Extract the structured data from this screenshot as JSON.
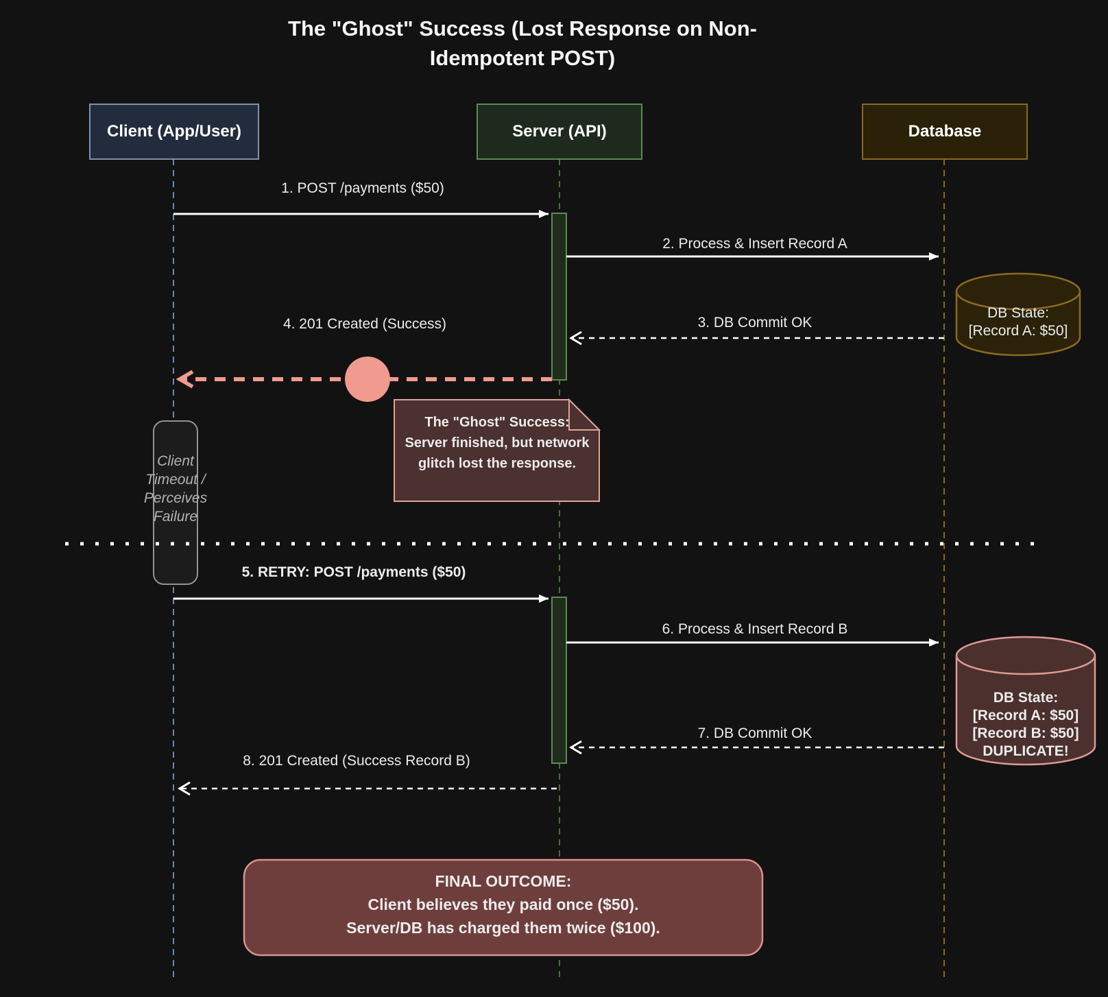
{
  "title": "The \"Ghost\" Success (Lost Response on Non-Idempotent POST)",
  "actors": {
    "client": "Client (App/User)",
    "server": "Server (API)",
    "database": "Database"
  },
  "messages": {
    "m1": "1. POST /payments ($50)",
    "m2": "2. Process & Insert Record A",
    "m3": "3. DB Commit OK",
    "m4": "4. 201 Created (Success)",
    "m5": "5. RETRY: POST /payments ($50)",
    "m6": "6. Process & Insert Record B",
    "m7": "7. DB Commit OK",
    "m8": "8. 201 Created (Success Record B)"
  },
  "note": {
    "line1": "The \"Ghost\" Success:",
    "line2": "Server finished, but network",
    "line3": "glitch lost the response."
  },
  "timeout": {
    "line1": "Client",
    "line2": "Timeout /",
    "line3": "Perceives",
    "line4": "Failure"
  },
  "db_state_1": {
    "line1": "DB State:",
    "line2": "[Record A: $50]"
  },
  "db_state_2": {
    "line1": "DB State:",
    "line2": "[Record A: $50]",
    "line3": "[Record B: $50]",
    "line4": "DUPLICATE!"
  },
  "final_outcome": {
    "line1": "FINAL OUTCOME:",
    "line2": "Client believes they paid once ($50).",
    "line3": "Server/DB has charged them twice ($100)."
  },
  "colors": {
    "background": "#121212",
    "client_fill": "#222c3c",
    "client_border": "#7e93b0",
    "server_fill": "#1e2a1d",
    "server_border": "#5d8a55",
    "database_fill": "#2a2108",
    "database_border": "#8a6a1f",
    "activation_fill": "#202d1d",
    "activation_border": "#5c8b52",
    "lost_pink": "#f09a90",
    "note_fill": "#4b3130",
    "note_border": "#e2a39b",
    "db_state_2_fill": "#4b302e",
    "db_state_2_border": "#e09a93",
    "outcome_fill": "#6e3e3d",
    "outcome_border": "#d6958f"
  }
}
